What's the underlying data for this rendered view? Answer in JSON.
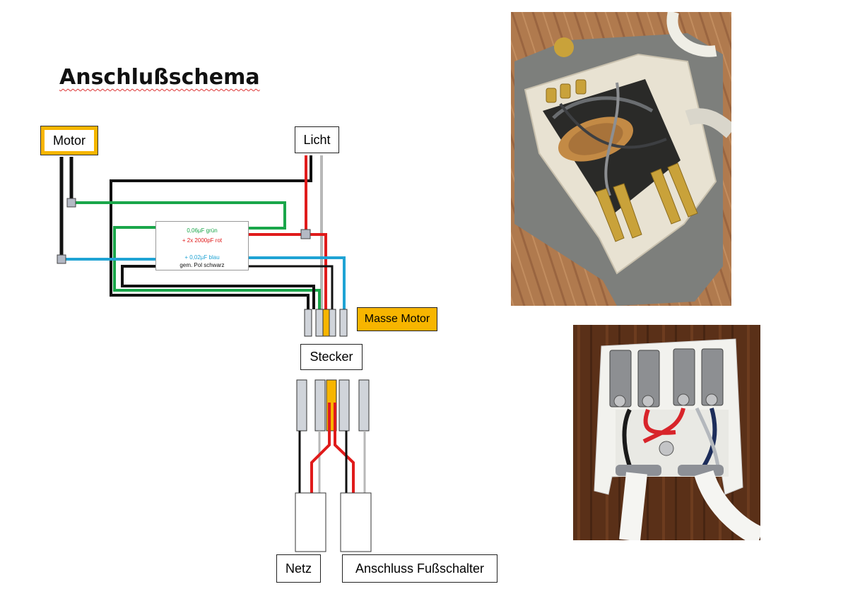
{
  "title": "Anschlußschema",
  "labels": {
    "motor": "Motor",
    "licht": "Licht",
    "masse_motor": "Masse Motor",
    "stecker": "Stecker",
    "netz": "Netz",
    "fusschalter": "Anschluss Fußschalter"
  },
  "capacitor": {
    "line1": "0,06µF grün",
    "line2": "+ 2x 2000pF rot",
    "line3": "+ 0,02µF blau",
    "line4": "gem. Pol schwarz"
  },
  "colors": {
    "black": "#111111",
    "green": "#1aa64a",
    "red": "#e01b1b",
    "blue": "#1fa3d4",
    "grey": "#b8b8b8",
    "orange": "#f7b500"
  }
}
